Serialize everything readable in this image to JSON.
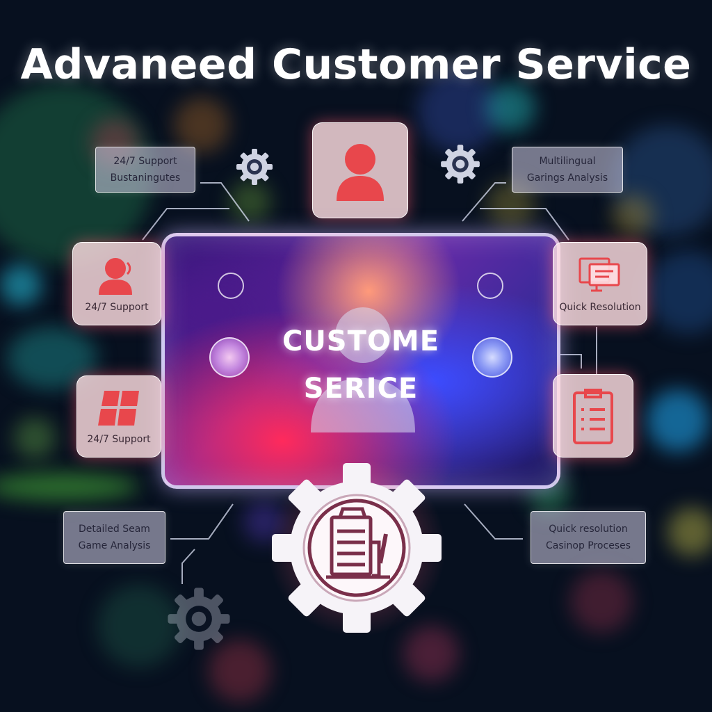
{
  "title": "Advaneed Customer Service",
  "screen": {
    "line1": "CUSTOME",
    "line2": "SERICE"
  },
  "left_boxes": [
    {
      "line1": "24/7 Support",
      "line2": "Bustaningutes"
    },
    {
      "line1": "Detailed Seam",
      "line2": "Game Analysis"
    }
  ],
  "right_boxes": [
    {
      "line1": "Multilingual",
      "line2": "Garings Analysis"
    },
    {
      "line1": "Quick resolution",
      "line2": "Casinop Proceses"
    }
  ],
  "cards": {
    "left_top": {
      "label": "24/7 Support",
      "icon": "headset-agent-icon"
    },
    "left_bottom": {
      "label": "24/7 Support",
      "icon": "window-panels-icon"
    },
    "right_top": {
      "label": "Quick Resolution",
      "icon": "monitor-chat-icon"
    },
    "right_bottom": {
      "icon": "clipboard-list-icon"
    },
    "top": {
      "icon": "user-avatar-icon"
    }
  },
  "colors": {
    "accent_red": "#e8474c",
    "background": "#07101f",
    "card_glow": "#ff5a6e"
  }
}
